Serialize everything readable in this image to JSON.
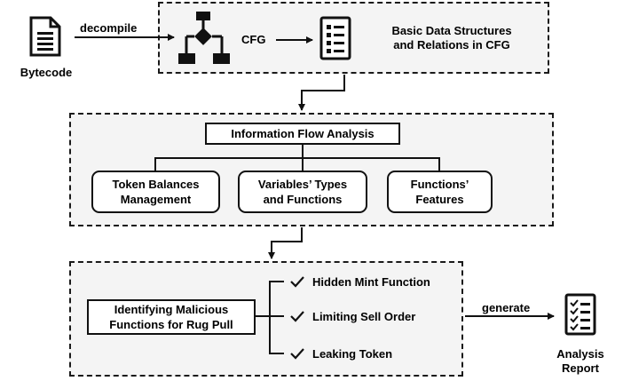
{
  "input": {
    "label": "Bytecode",
    "icon": "document-icon"
  },
  "decompile_label": "decompile",
  "stage1": {
    "cfg_label": "CFG",
    "cfg_icon": "flowchart-icon",
    "list_icon": "list-icon",
    "output_label_line1": "Basic Data Structures",
    "output_label_line2": "and Relations in CFG"
  },
  "stage2": {
    "title": "Information Flow Analysis",
    "items": [
      {
        "line1": "Token Balances",
        "line2": "Management"
      },
      {
        "line1": "Variables’ Types",
        "line2": "and Functions"
      },
      {
        "line1": "Functions’",
        "line2": "Features"
      }
    ]
  },
  "stage3": {
    "box_line1": "Identifying Malicious",
    "box_line2": "Functions for Rug Pull",
    "checks": [
      "Hidden Mint Function",
      "Limiting Sell Order",
      "Leaking Token"
    ]
  },
  "generate_label": "generate",
  "report": {
    "line1": "Analysis",
    "line2": "Report",
    "icon": "report-checklist-icon"
  }
}
